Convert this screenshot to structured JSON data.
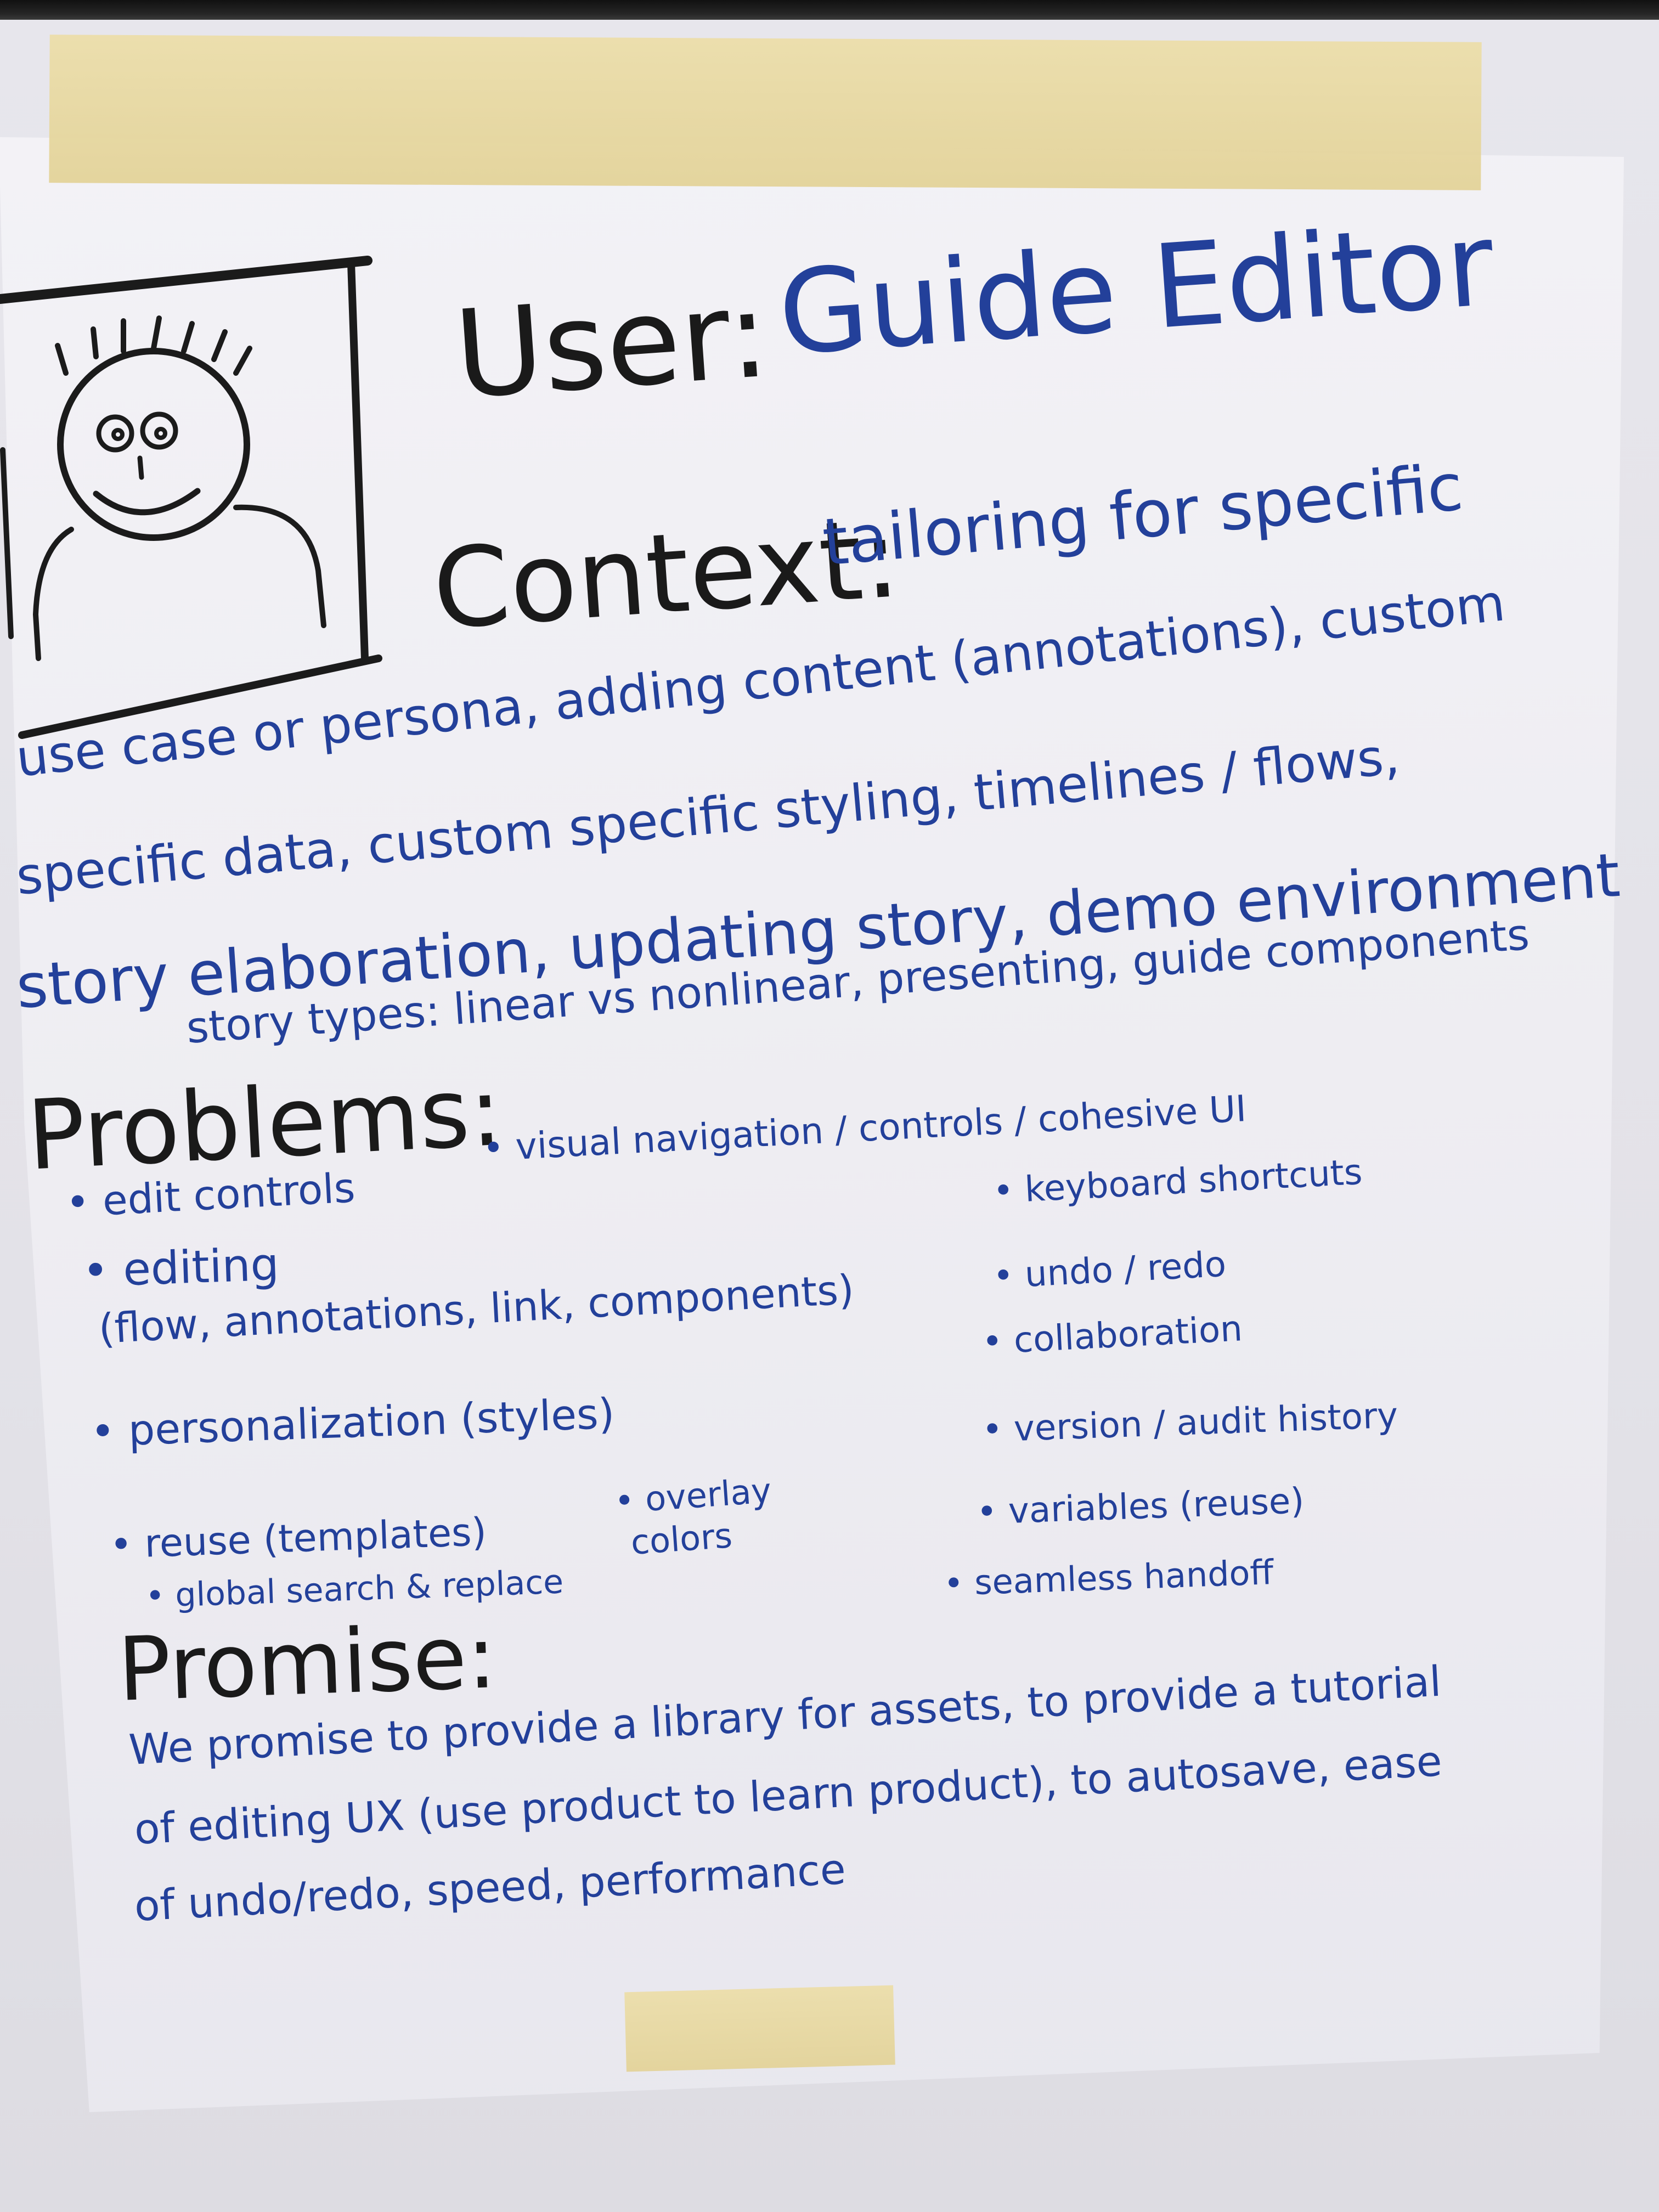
{
  "sheet": {
    "user_label": "User:",
    "user_value": "Guide Editor",
    "context_label": "Context:",
    "context_lines": [
      "tailoring for specific",
      "use case or persona, adding content (annotations), custom",
      "specific data, custom specific styling, timelines / flows,",
      "story elaboration, updating story, demo environment",
      "story types: linear vs nonlinear, presenting, guide components"
    ],
    "problems_label": "Problems:",
    "problems_left": [
      "• edit controls",
      "• editing",
      "(flow, annotations, link, components)",
      "• personalization (styles)",
      "• reuse (templates)",
      "• global search & replace"
    ],
    "problems_middle": [
      "• visual navigation / controls / cohesive UI",
      "• overlay",
      "colors"
    ],
    "problems_right": [
      "• keyboard shortcuts",
      "• undo / redo",
      "• collaboration",
      "• version / audit history",
      "• variables (reuse)",
      "• seamless handoff"
    ],
    "promise_label": "Promise:",
    "promise_lines": [
      "We promise to provide a library for assets, to provide a tutorial",
      "of editing UX (use product to learn product), to autosave, ease",
      "of undo/redo, speed, performance"
    ]
  },
  "colors": {
    "blue_ink": "#23409a",
    "black_ink": "#1a1a1a",
    "paper": "#efeef3",
    "tape": "#e6d69f"
  }
}
